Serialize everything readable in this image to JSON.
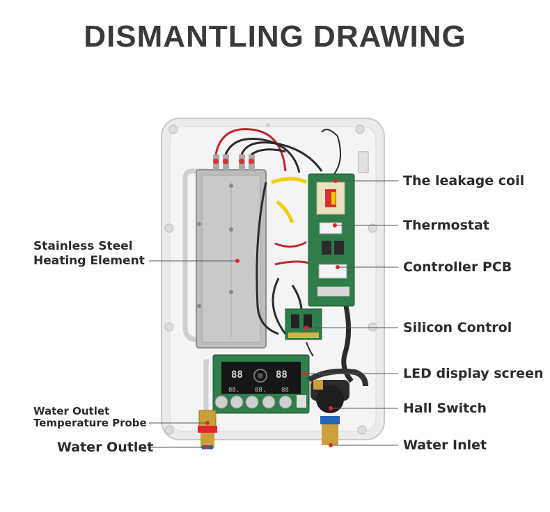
{
  "title": "DISMANTLING DRAWING",
  "labels": {
    "leakage_coil": "The leakage coil",
    "thermostat": "Thermostat",
    "controller_pcb": "Controller PCB",
    "silicon_control": "Silicon Control",
    "led_display": "LED display screen",
    "hall_switch": "Hall Switch",
    "water_inlet": "Water Inlet",
    "heating_element_line1": "Stainless Steel",
    "heating_element_line2": "Heating Element",
    "probe_line1": "Water Outlet",
    "probe_line2": "Temperature Probe",
    "water_outlet": "Water Outlet"
  },
  "display": {
    "left_digits": "88",
    "right_digits": "88",
    "bottom_left_digits": "88.",
    "bottom_mid_digits": "88.",
    "bottom_right_digits": "88"
  },
  "colors": {
    "callout_dot": "#e0262b",
    "pcb_green": "#2f7d4a",
    "led_digit": "#e0262b"
  }
}
